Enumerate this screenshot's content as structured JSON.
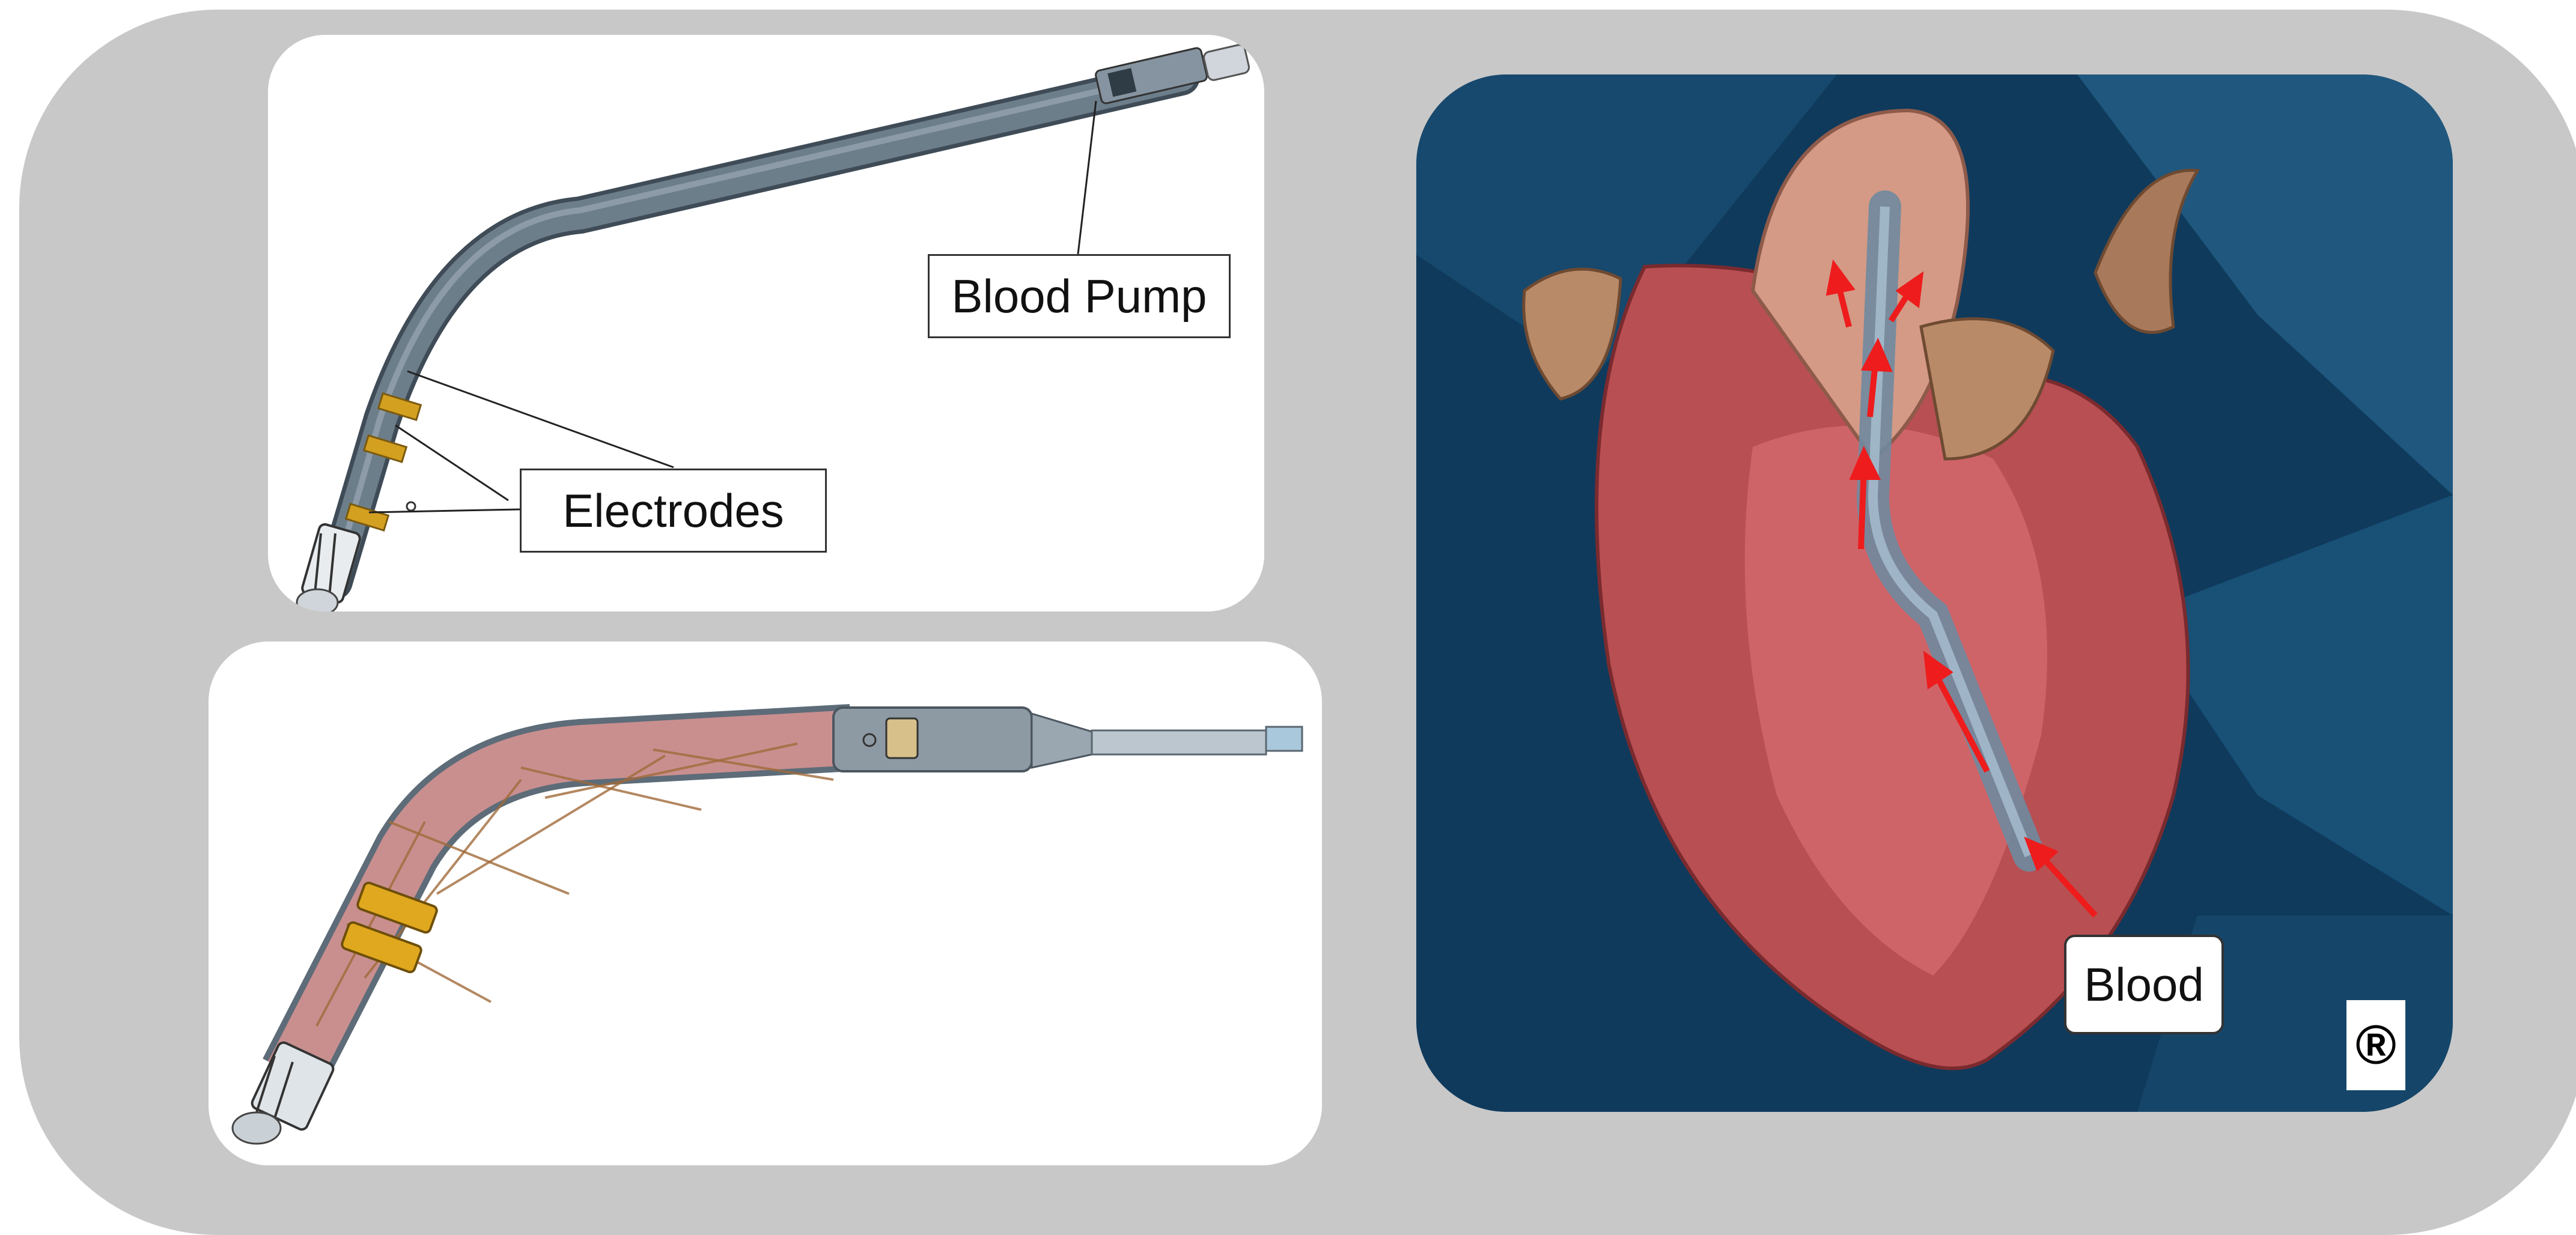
{
  "labels": {
    "blood_pump": "Blood Pump",
    "electrodes": "Electrodes",
    "blood": "Blood"
  },
  "trademark": "®",
  "colors": {
    "frame": "#c8c8c8",
    "card": "#ffffff",
    "catheter": "#5b6b78",
    "electrode": "#d4a020",
    "heart_background": "#0f3a5c",
    "heart_muscle": "#b84f52",
    "flow_arrow": "#ee1c1c"
  },
  "icons": [
    "registered-trademark-icon"
  ]
}
